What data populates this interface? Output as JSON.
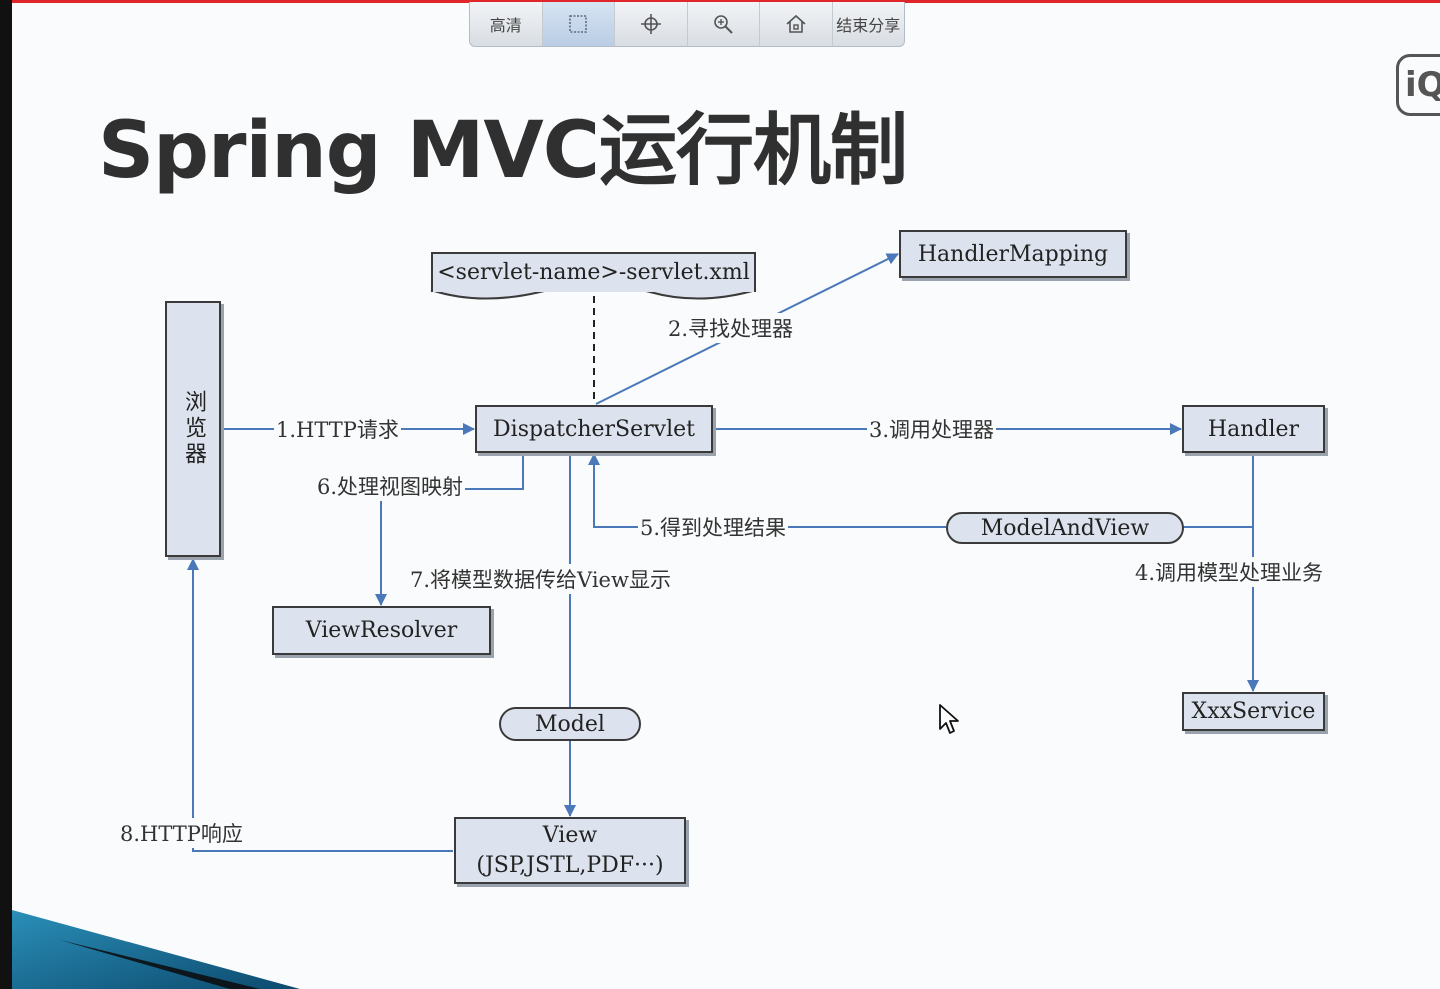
{
  "toolbar": {
    "hd": "高清",
    "end_share": "结束分享"
  },
  "title": "Spring MVC运行机制",
  "logo_text": "iQI",
  "boxes": {
    "browser": "浏览器",
    "config": "<servlet-name>-servlet.xml",
    "handler_mapping": "HandlerMapping",
    "dispatcher": "DispatcherServlet",
    "handler": "Handler",
    "model_and_view": "ModelAndView",
    "view_resolver": "ViewResolver",
    "model": "Model",
    "xxx_service": "XxxService",
    "view_line1": "View",
    "view_line2": "(JSP,JSTL,PDF···)"
  },
  "labels": {
    "step1": "1.HTTP请求",
    "step2": "2.寻找处理器",
    "step3": "3.调用处理器",
    "step4": "4.调用模型处理业务",
    "step5": "5.得到处理结果",
    "step6": "6.处理视图映射",
    "step7": "7.将模型数据传给View显示",
    "step8": "8.HTTP响应"
  },
  "colors": {
    "arrow": "#4a78b8",
    "box_fill": "#dde3ee",
    "accent_red": "#e0262a"
  }
}
